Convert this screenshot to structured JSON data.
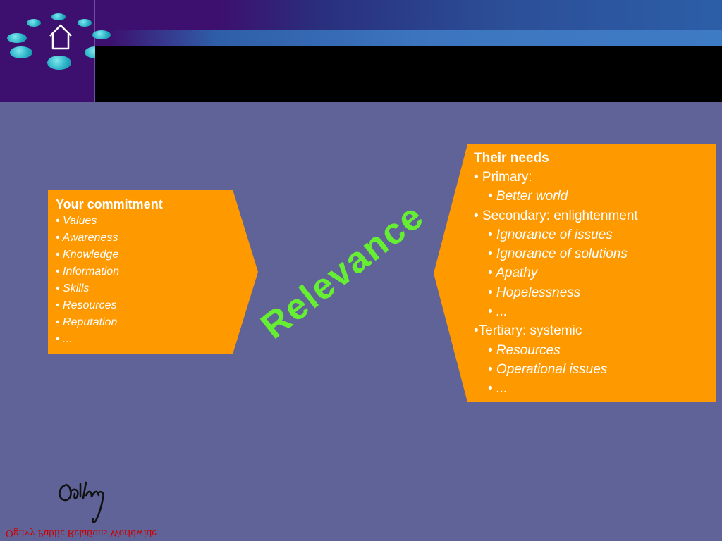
{
  "slide": {
    "relevance_label": "Relevance"
  },
  "left_box": {
    "title": "Your commitment",
    "items": [
      "• Values",
      "• Awareness",
      "• Knowledge",
      "• Information",
      "• Skills",
      "• Resources",
      "• Reputation",
      "• ..."
    ]
  },
  "right_box": {
    "title": "Their needs",
    "items": [
      {
        "text": "• Primary:",
        "level": 0,
        "italic": false
      },
      {
        "text": "• Better world",
        "level": 1,
        "italic": true
      },
      {
        "text": "• Secondary: enlightenment",
        "level": 0,
        "italic": false
      },
      {
        "text": "• Ignorance of issues",
        "level": 1,
        "italic": true
      },
      {
        "text": "• Ignorance of solutions",
        "level": 1,
        "italic": true
      },
      {
        "text": "• Apathy",
        "level": 1,
        "italic": true
      },
      {
        "text": "• Hopelessness",
        "level": 1,
        "italic": true
      },
      {
        "text": "• ...",
        "level": 1,
        "italic": true
      },
      {
        "text": "•Tertiary: systemic",
        "level": 0,
        "italic": false
      },
      {
        "text": "• Resources",
        "level": 1,
        "italic": true
      },
      {
        "text": "• Operational issues",
        "level": 1,
        "italic": true
      },
      {
        "text": "• ...",
        "level": 1,
        "italic": true
      }
    ]
  },
  "logo": {
    "signature": "Ogilvy",
    "tagline": "Ogilvy Public Relations Worldwide"
  },
  "colors": {
    "background": "#5f6398",
    "box": "#ff9900",
    "relevance": "#66ee33",
    "tagline": "#cc0000"
  },
  "icons": [
    "home-icon",
    "dot-ring-decoration"
  ]
}
